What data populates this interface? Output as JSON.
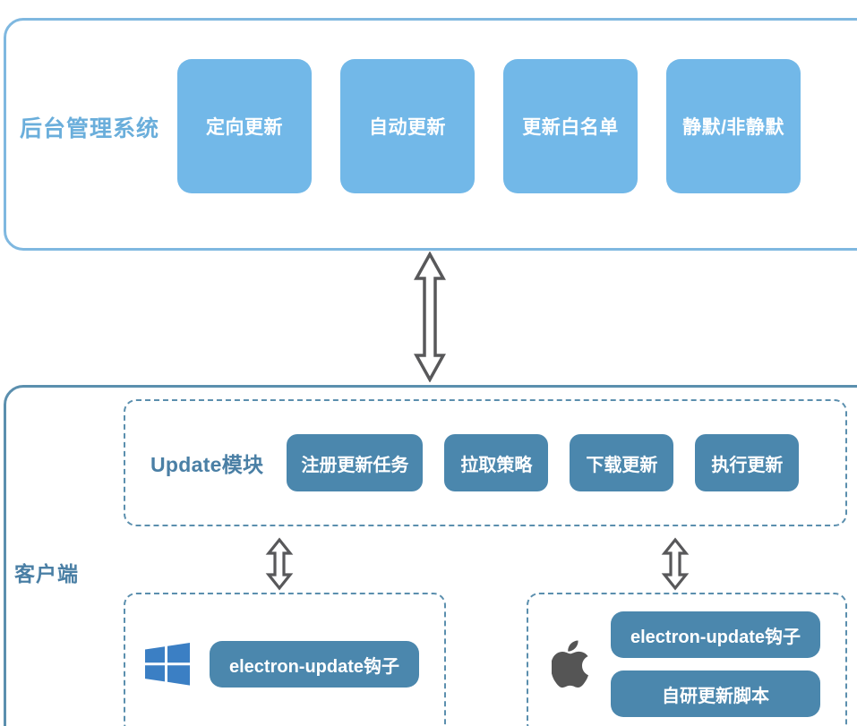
{
  "admin": {
    "title": "后台管理系统",
    "cards": [
      {
        "label": "定向更新"
      },
      {
        "label": "自动更新"
      },
      {
        "label": "更新白名单"
      },
      {
        "label": "静默/非静默"
      }
    ]
  },
  "client": {
    "title": "客户端",
    "update_module": {
      "label": "Update模块",
      "chips": [
        {
          "label": "注册更新任务"
        },
        {
          "label": "拉取策略"
        },
        {
          "label": "下载更新"
        },
        {
          "label": "执行更新"
        }
      ]
    },
    "platforms": [
      {
        "icon": "windows-icon",
        "chips": [
          {
            "label": "electron-update钩子"
          }
        ]
      },
      {
        "icon": "apple-icon",
        "chips": [
          {
            "label": "electron-update钩子"
          },
          {
            "label": "自研更新脚本"
          }
        ]
      }
    ]
  },
  "connectors": [
    {
      "name": "admin-to-client-arrow",
      "icon": "double-arrow-vertical-icon"
    },
    {
      "name": "update-to-windows-arrow",
      "icon": "double-arrow-vertical-icon"
    },
    {
      "name": "update-to-mac-arrow",
      "icon": "double-arrow-vertical-icon"
    }
  ],
  "colors": {
    "admin_border": "#7fb8e0",
    "admin_card": "#72b8e8",
    "admin_title": "#6aaedb",
    "client_border": "#5b8fae",
    "client_title": "#4a7fa5",
    "chip": "#4b87ad",
    "dashed_border": "#5b8fae",
    "arrow_stroke": "#58585a",
    "windows_logo": "#3b7fc4",
    "apple_logo": "#555555"
  }
}
